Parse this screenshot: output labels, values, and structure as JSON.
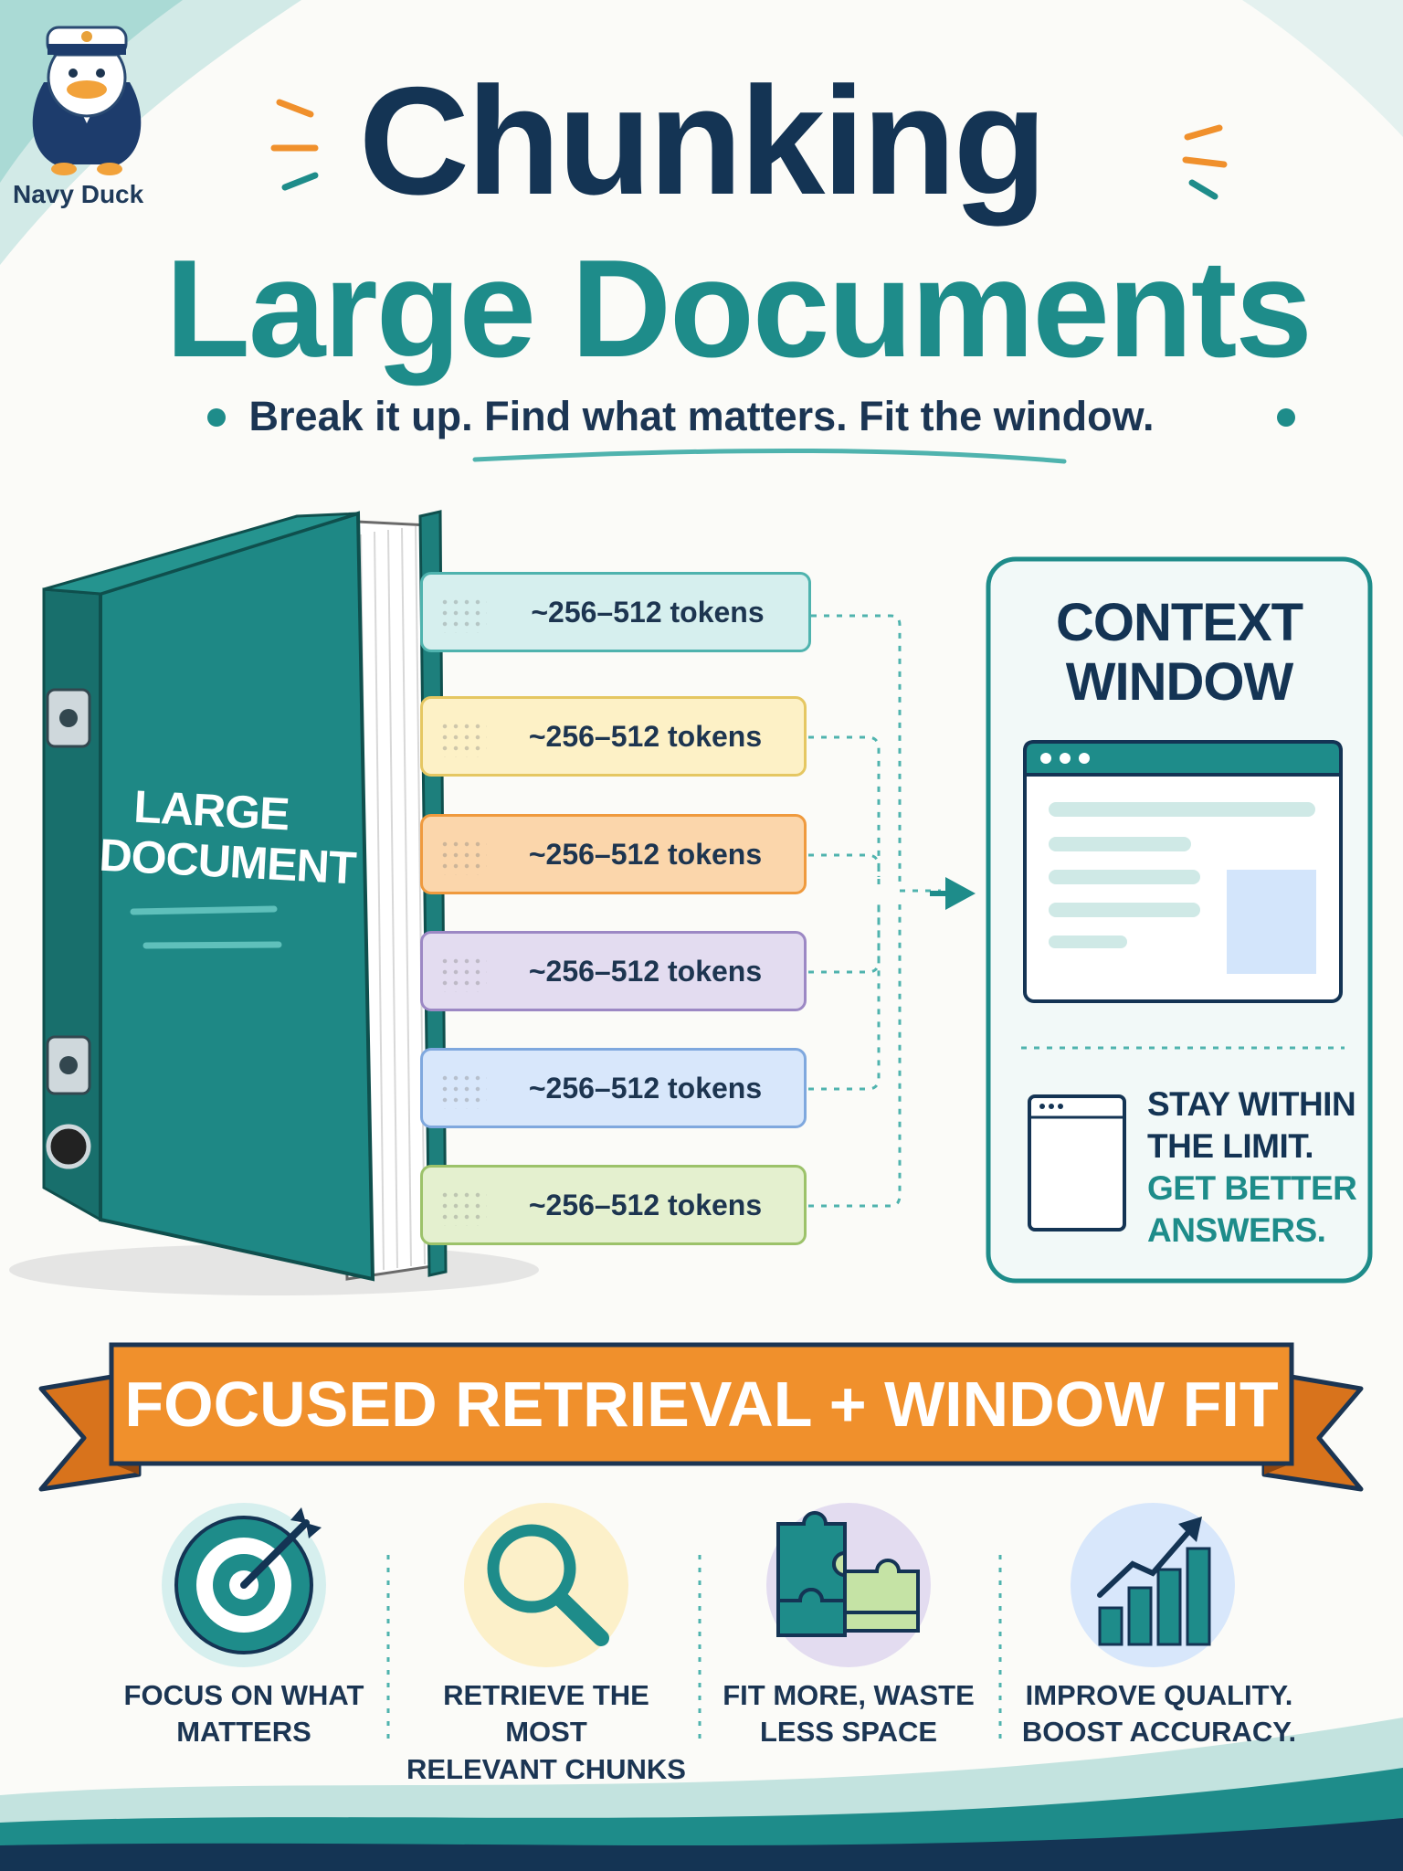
{
  "brand": {
    "name": "Navy Duck"
  },
  "header": {
    "title_line1": "Chunking",
    "title_line2": "Large Documents",
    "subtitle": "Break it up. Find what matters. Fit the window."
  },
  "document": {
    "label_line1": "LARGE",
    "label_line2": "DOCUMENT"
  },
  "chunks": [
    {
      "label": "~256–512 tokens",
      "fill": "#d6efee",
      "border": "#4fb3ae"
    },
    {
      "label": "~256–512 tokens",
      "fill": "#fdf1c6",
      "border": "#e5c762"
    },
    {
      "label": "~256–512 tokens",
      "fill": "#fbd6ab",
      "border": "#ef9a3e"
    },
    {
      "label": "~256–512 tokens",
      "fill": "#e3dcf0",
      "border": "#9c88c4"
    },
    {
      "label": "~256–512 tokens",
      "fill": "#d8e7fb",
      "border": "#7fa8de"
    },
    {
      "label": "~256–512 tokens",
      "fill": "#e4f0cf",
      "border": "#9cc26a"
    }
  ],
  "context_window": {
    "title_line1": "CONTEXT",
    "title_line2": "WINDOW",
    "note_line1": "STAY WITHIN",
    "note_line2": "THE LIMIT.",
    "note_line3": "GET BETTER",
    "note_line4": "ANSWERS."
  },
  "banner": {
    "text": "FOCUSED RETRIEVAL + WINDOW FIT"
  },
  "benefits": [
    {
      "icon": "target-icon",
      "line1": "FOCUS ON WHAT",
      "line2": "MATTERS"
    },
    {
      "icon": "magnifier-icon",
      "line1": "RETRIEVE THE MOST",
      "line2": "RELEVANT CHUNKS"
    },
    {
      "icon": "puzzle-icon",
      "line1": "FIT MORE, WASTE",
      "line2": "LESS SPACE"
    },
    {
      "icon": "growth-chart-icon",
      "line1": "IMPROVE QUALITY.",
      "line2": "BOOST ACCURACY."
    }
  ],
  "colors": {
    "navy": "#143454",
    "teal": "#1e8c8a",
    "orange": "#f0902c",
    "background": "#fbfbf8"
  }
}
